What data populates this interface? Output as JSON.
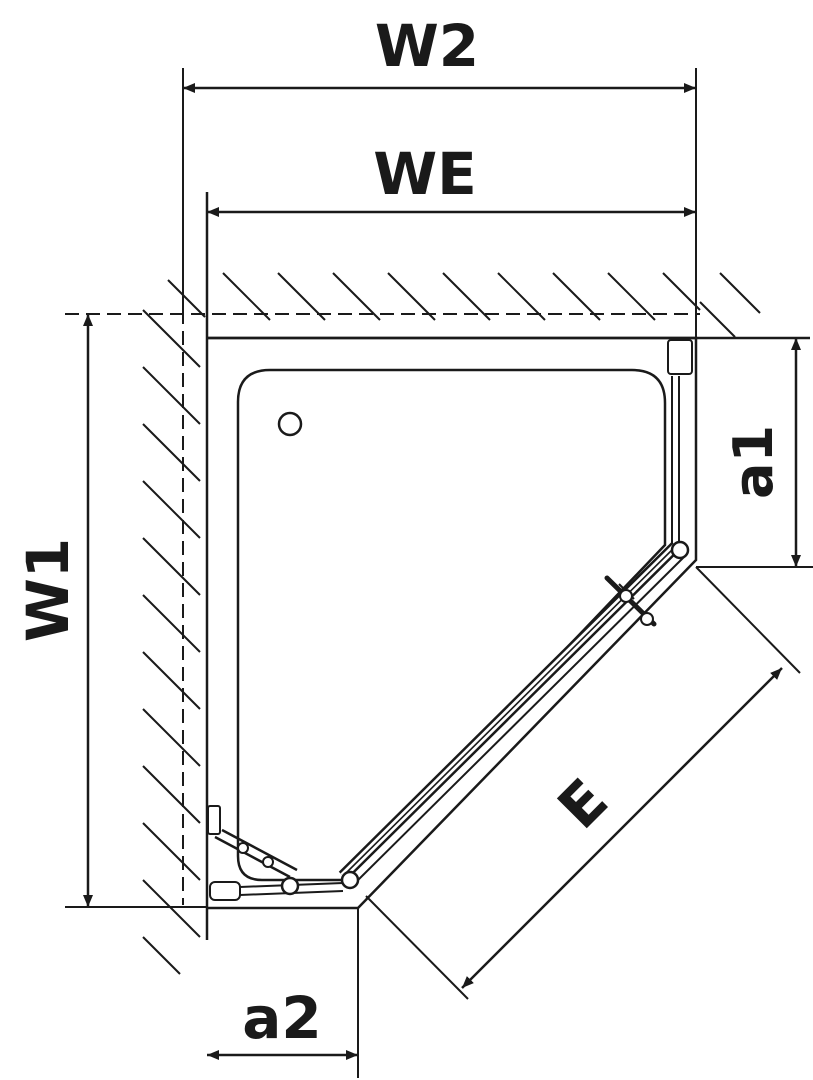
{
  "labels": {
    "w2": "W2",
    "we": "WE",
    "w1": "W1",
    "a1": "a1",
    "a2": "a2",
    "e": "E"
  },
  "colors": {
    "line": "#1a1a1a",
    "background": "#ffffff"
  }
}
